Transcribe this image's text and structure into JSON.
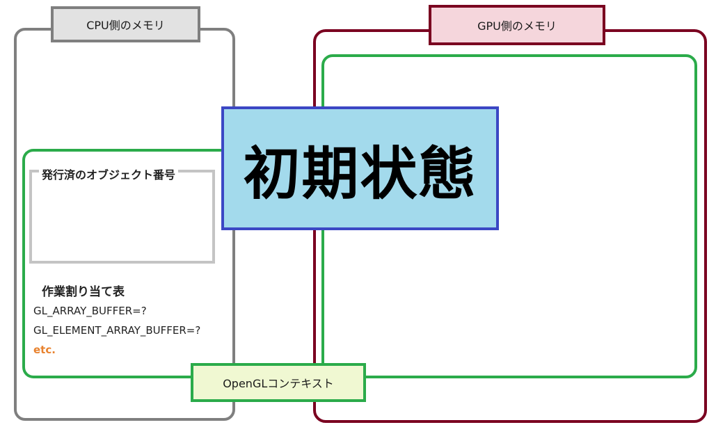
{
  "diagram": {
    "cpu_memory_label": "CPU側のメモリ",
    "gpu_memory_label": "GPU側のメモリ",
    "context_label": "OpenGLコンテキスト",
    "issued_objects_label": "発行済のオブジェクト番号",
    "assignment_table": {
      "title": "作業割り当て表",
      "entries": [
        "GL_ARRAY_BUFFER=?",
        "GL_ELEMENT_ARRAY_BUFFER=?",
        "etc."
      ]
    },
    "state_title": "初期状態"
  },
  "colors": {
    "cpu_border": "#7f7f7f",
    "cpu_label_fill": "#e2e2e2",
    "gpu_border": "#7a0020",
    "gpu_label_fill": "#f5d6dc",
    "context_border": "#2bab4a",
    "context_label_fill": "#f0f8d2",
    "state_fill": "#a3daec",
    "state_border": "#3b47c4",
    "etc_text": "#e8822e"
  }
}
